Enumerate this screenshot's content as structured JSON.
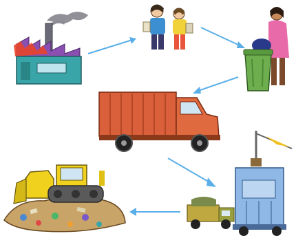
{
  "diagram": {
    "stages": [
      {
        "id": "factory",
        "icon": "factory-icon"
      },
      {
        "id": "consumers",
        "icon": "family-shopping-icon"
      },
      {
        "id": "disposal",
        "icon": "trash-bin-icon"
      },
      {
        "id": "collection",
        "icon": "garbage-truck-icon"
      },
      {
        "id": "processing",
        "icon": "sorting-facility-icon"
      },
      {
        "id": "landfill",
        "icon": "bulldozer-landfill-icon"
      }
    ],
    "flow": [
      "factory",
      "consumers",
      "disposal",
      "collection",
      "processing",
      "landfill"
    ],
    "colors": {
      "arrow": "#5aaee8",
      "factory_wall": "#3aa5a8",
      "truck_body": "#d9603a",
      "bin": "#6fae4e",
      "machine": "#8fb8e6",
      "bulldozer": "#f0d21e"
    }
  }
}
